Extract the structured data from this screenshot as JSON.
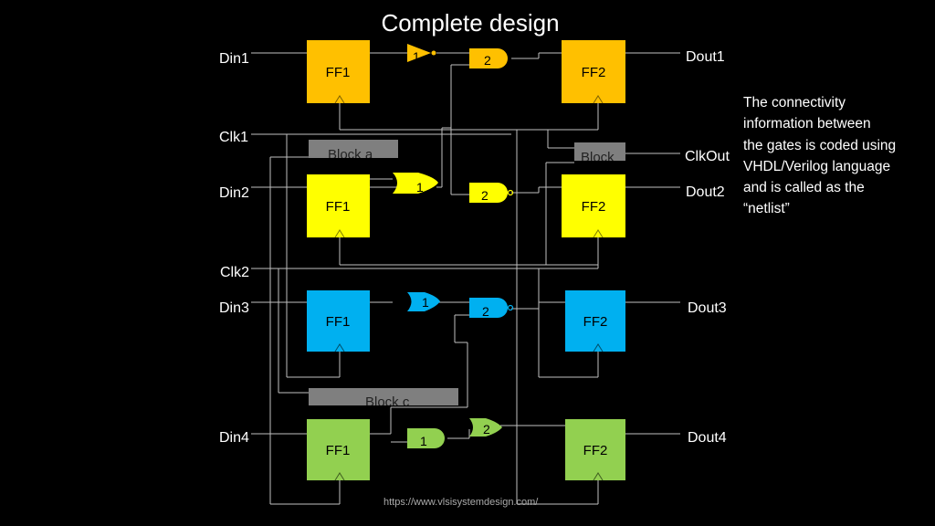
{
  "title": "Complete design",
  "inputs": {
    "din1": "Din1",
    "din2": "Din2",
    "din3": "Din3",
    "din4": "Din4",
    "clk1": "Clk1",
    "clk2": "Clk2"
  },
  "outputs": {
    "dout1": "Dout1",
    "dout2": "Dout2",
    "dout3": "Dout3",
    "dout4": "Dout4",
    "clkout": "ClkOut"
  },
  "flipflops": {
    "ff1": "FF1",
    "ff2": "FF2"
  },
  "gates": {
    "g1": "1",
    "g2": "2"
  },
  "blocks": {
    "a": "Block a",
    "b": "Block",
    "c": "Block c"
  },
  "note": [
    "The connectivity",
    "information between",
    "the gates is coded using",
    "VHDL/Verilog language",
    "and is called as the",
    "“netlist”"
  ],
  "url": "https://www.vlsisystemdesign.com/",
  "colors": {
    "row1": "#ffc000",
    "row2": "#ffff00",
    "row3": "#00b0f0",
    "row4": "#92d050",
    "block": "#7f7f7f",
    "wire": "#bfbfbf"
  }
}
